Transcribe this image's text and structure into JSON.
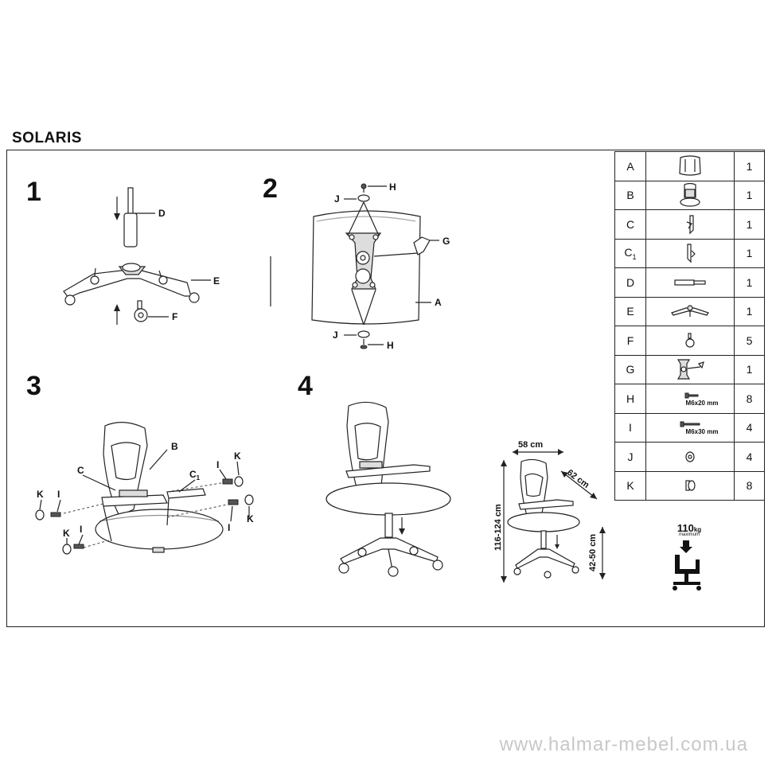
{
  "title": "SOLARIS",
  "steps": [
    "1",
    "2",
    "3",
    "4"
  ],
  "labels": {
    "step1": {
      "d": "D",
      "e": "E",
      "f": "F"
    },
    "step2": {
      "h_top": "H",
      "j_top": "J",
      "g": "G",
      "a": "A",
      "j_bottom": "J",
      "h_bottom": "H"
    },
    "step3": {
      "b": "B",
      "c": "C",
      "c1": "C",
      "c1_sub": "1",
      "i_top": "I",
      "k_top": "K",
      "k_left": "K",
      "i_left": "I",
      "k_bottom": "K",
      "i_bottom": "I",
      "i_right": "I",
      "k_right": "K"
    }
  },
  "dimensions": {
    "width": "58 cm",
    "depth": "62 cm",
    "height": "116-124 cm",
    "seat_height": "42-50 cm"
  },
  "parts": [
    {
      "letter": "A",
      "sub": "",
      "icon": "backrest-icon",
      "qty": "1",
      "note": ""
    },
    {
      "letter": "B",
      "sub": "",
      "icon": "seat-icon",
      "qty": "1",
      "note": ""
    },
    {
      "letter": "C",
      "sub": "",
      "icon": "armrest-right-icon",
      "qty": "1",
      "note": ""
    },
    {
      "letter": "C",
      "sub": "1",
      "icon": "armrest-left-icon",
      "qty": "1",
      "note": ""
    },
    {
      "letter": "D",
      "sub": "",
      "icon": "gas-lift-icon",
      "qty": "1",
      "note": ""
    },
    {
      "letter": "E",
      "sub": "",
      "icon": "star-base-icon",
      "qty": "1",
      "note": ""
    },
    {
      "letter": "F",
      "sub": "",
      "icon": "caster-icon",
      "qty": "5",
      "note": ""
    },
    {
      "letter": "G",
      "sub": "",
      "icon": "mechanism-icon",
      "qty": "1",
      "note": ""
    },
    {
      "letter": "H",
      "sub": "",
      "icon": "short-bolt-icon",
      "qty": "8",
      "note": "M6x20 mm"
    },
    {
      "letter": "I",
      "sub": "",
      "icon": "long-bolt-icon",
      "qty": "4",
      "note": "M6x30 mm"
    },
    {
      "letter": "J",
      "sub": "",
      "icon": "washer-icon",
      "qty": "4",
      "note": ""
    },
    {
      "letter": "K",
      "sub": "",
      "icon": "cap-icon",
      "qty": "8",
      "note": ""
    }
  ],
  "max_load": {
    "value": "110",
    "unit": "kg",
    "caption": "maximum"
  },
  "watermark": "www.halmar-mebel.com.ua"
}
